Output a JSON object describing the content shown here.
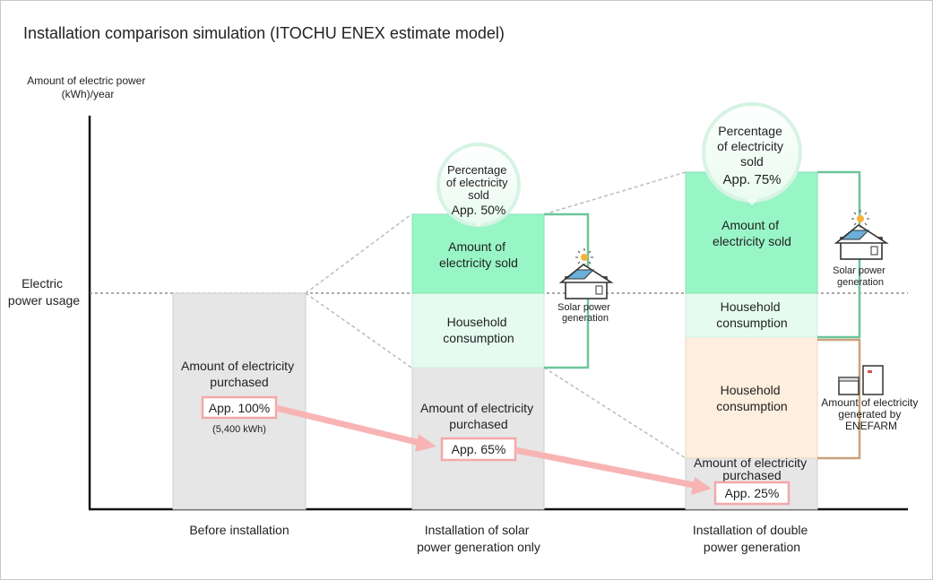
{
  "title": "Installation comparison simulation (ITOCHU ENEX estimate model)",
  "y_axis_label": [
    "Amount of electric power",
    "(kWh)/year"
  ],
  "usage_label": [
    "Electric",
    "power usage"
  ],
  "columns": [
    {
      "label": [
        "Before installation"
      ]
    },
    {
      "label": [
        "Installation of solar",
        "power generation only"
      ]
    },
    {
      "label": [
        "Installation of double",
        "power generation"
      ]
    }
  ],
  "before": {
    "purchased_label": [
      "Amount of electricity",
      "purchased"
    ],
    "percent": "App. 100%",
    "kwh": "(5,400 kWh)"
  },
  "solar_only": {
    "sold_label": [
      "Amount of",
      "electricity sold"
    ],
    "household_label": [
      "Household",
      "consumption"
    ],
    "purchased_label": [
      "Amount of electricity",
      "purchased"
    ],
    "purchased_percent": "App. 65%",
    "bubble": {
      "lines": [
        "Percentage",
        "of electricity",
        "sold"
      ],
      "value": "App. 50%"
    },
    "source_label": [
      "Solar power",
      "generation"
    ]
  },
  "double": {
    "sold_label": [
      "Amount of",
      "electricity sold"
    ],
    "household_solar_label": [
      "Household",
      "consumption"
    ],
    "household_enefarm_label": [
      "Household",
      "consumption"
    ],
    "purchased_label": [
      "Amount of electricity",
      "purchased"
    ],
    "purchased_percent": "App. 25%",
    "bubble": {
      "lines": [
        "Percentage",
        "of electricity",
        "sold"
      ],
      "value": "App. 75%"
    },
    "solar_label": [
      "Solar power",
      "generation"
    ],
    "enefarm_label": [
      "Amount of electricity",
      "generated by",
      "ENEFARM"
    ]
  },
  "colors": {
    "purchased": "#e6e6e6",
    "sold": "#98f5c6",
    "household_solar": "#e6fbf0",
    "household_enefarm": "#fdeedd",
    "solar_bracket": "#6cc59a",
    "enefarm_bracket": "#c9a27a",
    "highlight": "#f4a8a8",
    "arrow": "#f8b4b4"
  }
}
